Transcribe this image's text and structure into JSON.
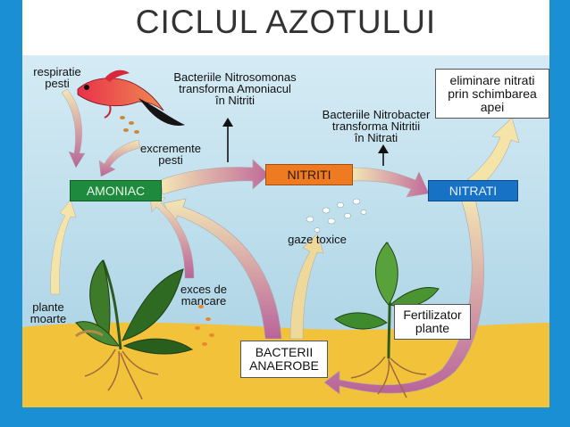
{
  "title": "CICLUL AZOTULUI",
  "colors": {
    "frame": "#1b8fd4",
    "water_top": "#c7e3ef",
    "water_bottom": "#9fcce0",
    "sand": "#f2c23b",
    "amoniac_box": "#1e8a3e",
    "nitriti_box": "#ee7a22",
    "nitrati_box": "#1771c4",
    "arrow_pink": "#c66f9d",
    "arrow_cream": "#f5e4a8"
  },
  "boxes": {
    "amoniac": "AMONIAC",
    "nitriti": "NITRITI",
    "nitrati": "NITRATI",
    "bacterii_anaerobe": [
      "BACTERII",
      "ANAEROBE"
    ],
    "eliminare_nitrati": [
      "eliminare nitrati",
      "prin schimbarea",
      "apei"
    ],
    "fertilizator_plante": [
      "Fertilizator",
      "plante"
    ]
  },
  "labels": {
    "respiratie_pesti": [
      "respiratie",
      "pesti"
    ],
    "nitrosomonas": [
      "Bacteriile Nitrosomonas",
      "transforma Amoniacul",
      "în Nitriti"
    ],
    "nitrobacter": [
      "Bacteriile Nitrobacter",
      "transforma Nitritii",
      "în Nitrati"
    ],
    "excremente_pesti": [
      "excremente",
      "pesti"
    ],
    "gaze_toxice": "gaze toxice",
    "exces_de_mancare": [
      "exces de",
      "mancare"
    ],
    "plante_moarte": [
      "plante",
      "moarte"
    ]
  }
}
